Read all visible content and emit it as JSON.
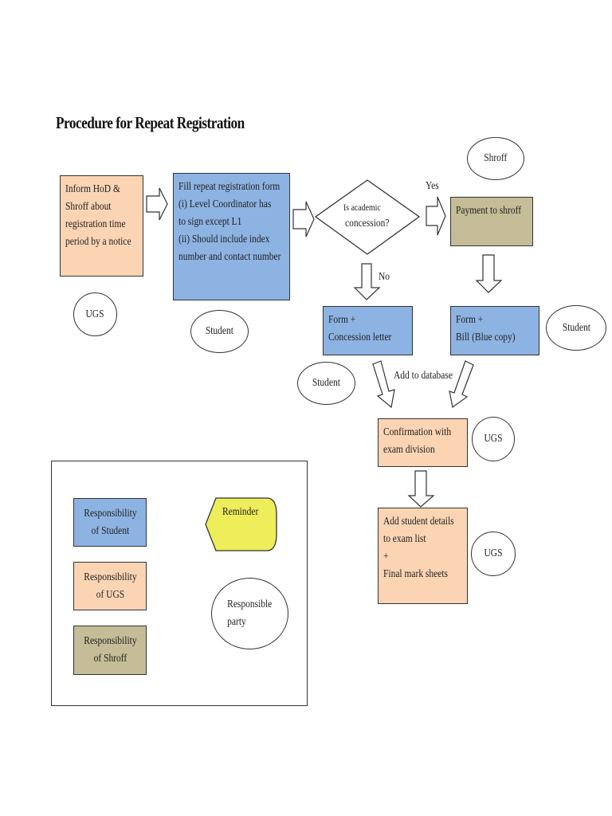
{
  "title": "Procedure for Repeat Registration",
  "colors": {
    "ugs": "#fbd4b4",
    "student": "#8db3e2",
    "shroff": "#c4bd97",
    "reminder": "#eeee5a"
  },
  "flow": {
    "inform_step": {
      "text": "Inform HoD &\nShroff about\nregistration time\nperiod by a notice",
      "party": "UGS"
    },
    "fill_form_step": {
      "text": "Fill repeat registration form\n (i) Level Coordinator has\nto sign except L1\n(ii) Should include index\nnumber and contact number",
      "party": "Student"
    },
    "decision": {
      "text_line1": "Is academic",
      "text_line2": "concession?",
      "yes_label": "Yes",
      "no_label": "No"
    },
    "payment_step": {
      "text": "Payment to shroff",
      "party": "Shroff"
    },
    "concession_step": {
      "text": "Form +\nConcession letter",
      "party": "Student"
    },
    "bill_step": {
      "text": "Form +\nBill (Blue copy)",
      "party": "Student"
    },
    "merge_label": "Add to database",
    "confirm_step": {
      "text": "Confirmation with\nexam division",
      "party": "UGS"
    },
    "final_step": {
      "text": "Add student details\nto exam list\n          +\nFinal mark sheets",
      "party": "UGS"
    }
  },
  "legend": {
    "student": "Responsibility\nof Student",
    "ugs": "Responsibility\nof UGS",
    "shroff": "Responsibility\nof Shroff",
    "reminder": "Reminder",
    "party": "Responsible\nparty"
  }
}
